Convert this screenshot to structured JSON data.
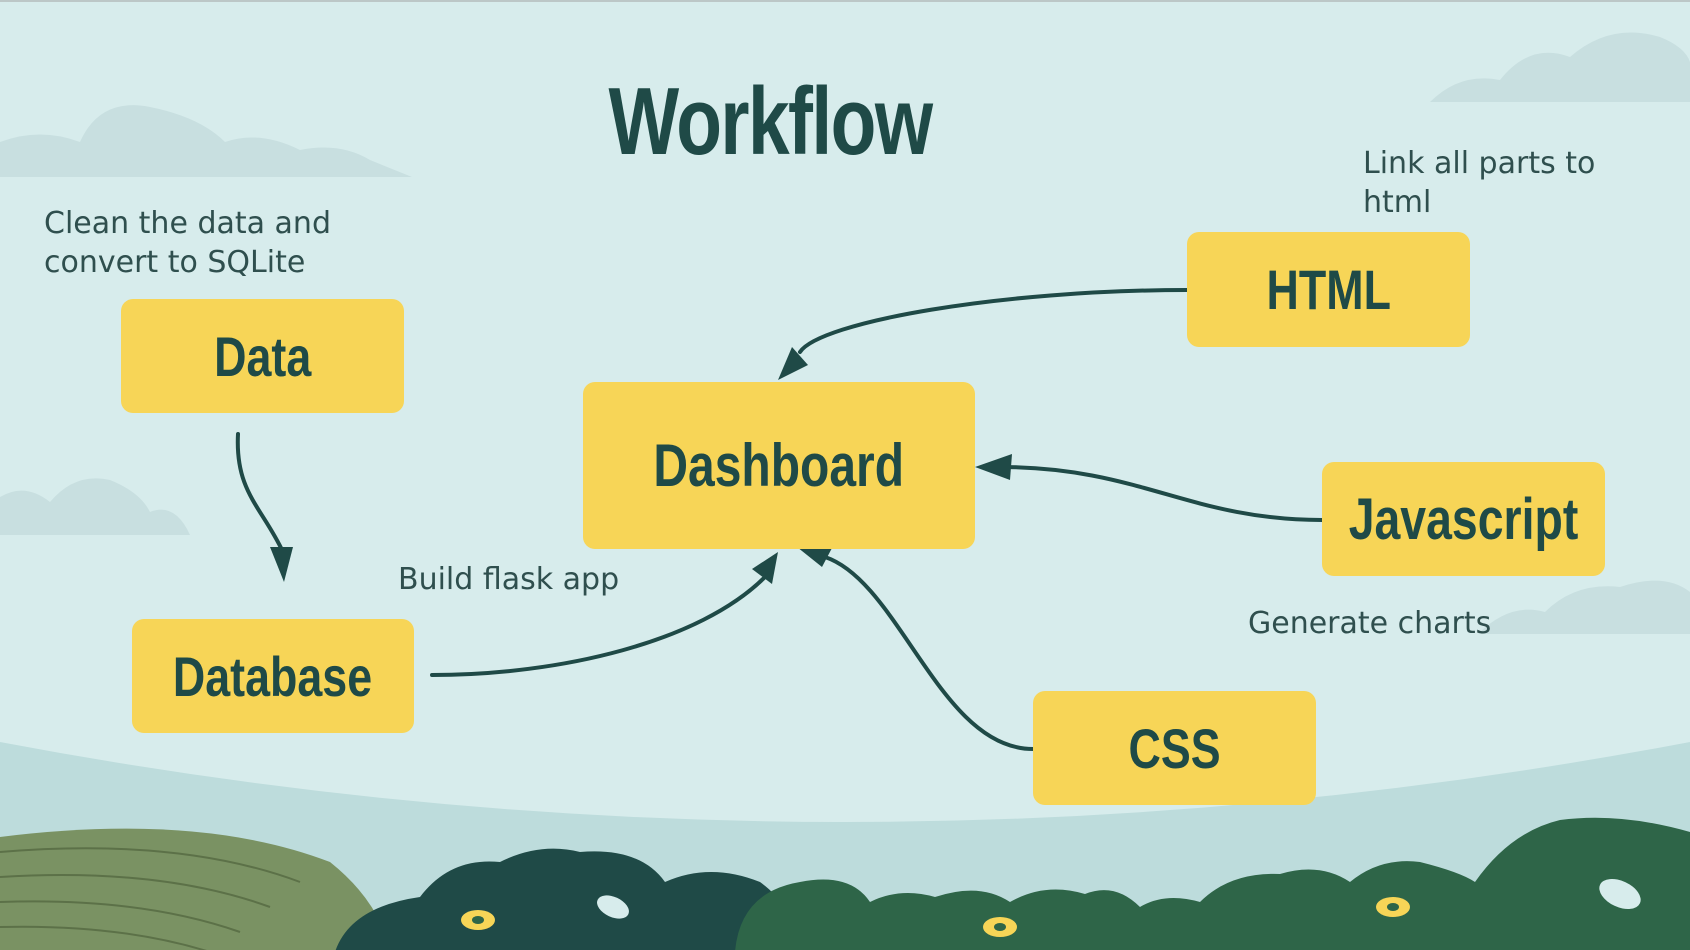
{
  "title": "Workflow",
  "nodes": {
    "data": "Data",
    "database": "Database",
    "dashboard": "Dashboard",
    "html": "HTML",
    "javascript": "Javascript",
    "css": "CSS"
  },
  "notes": {
    "clean_line1": "Clean the data and",
    "clean_line2": "convert to SQLite",
    "flask": "Build flask app",
    "link_line1": "Link all parts to",
    "link_line2": "html",
    "charts": "Generate charts"
  },
  "colors": {
    "background": "#d7ecec",
    "box": "#f7d557",
    "text": "#1f4a47",
    "arrow": "#1f4a47"
  }
}
